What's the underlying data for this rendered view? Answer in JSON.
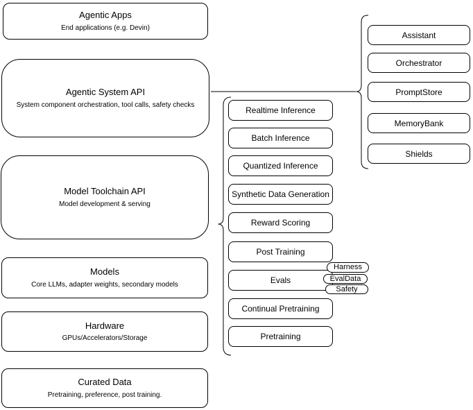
{
  "colors": {
    "stroke": "#000000",
    "shape_fill": "#ffffff",
    "canvas": "#ffffff"
  },
  "stack": [
    {
      "title": "Agentic Apps",
      "subtitle": "End applications (e.g. Devin)"
    },
    {
      "title": "Agentic System API",
      "subtitle": "System component orchestration, tool calls, safety checks"
    },
    {
      "title": "Model Toolchain API",
      "subtitle": "Model development & serving"
    },
    {
      "title": "Models",
      "subtitle": "Core LLMs, adapter weights, secondary models"
    },
    {
      "title": "Hardware",
      "subtitle": "GPUs/Accelerators/Storage"
    },
    {
      "title": "Curated Data",
      "subtitle": "Pretraining, preference, post training."
    }
  ],
  "toolchain": {
    "items": [
      "Realtime Inference",
      "Batch Inference",
      "Quantized Inference",
      "Synthetic Data Generation",
      "Reward Scoring",
      "Post Training",
      "Evals",
      "Continual Pretraining",
      "Pretraining"
    ]
  },
  "eval_tags": [
    "Harness",
    "EvalData",
    "Safety"
  ],
  "components": [
    "Assistant",
    "Orchestrator",
    "PromptStore",
    "MemoryBank",
    "Shields"
  ]
}
